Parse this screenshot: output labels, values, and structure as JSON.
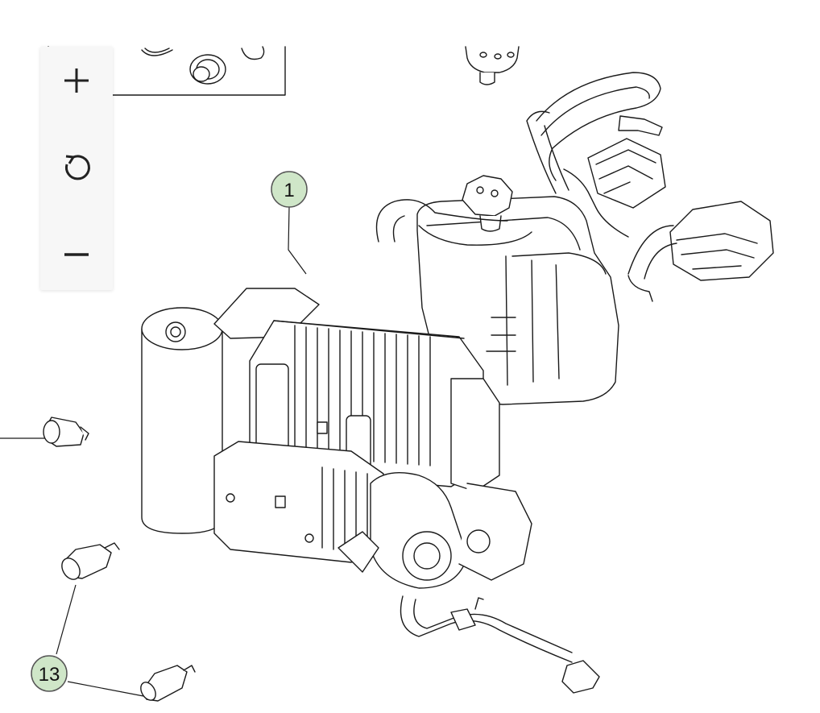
{
  "colors": {
    "line": "#1a1a1a",
    "callout_fill": "#cfe6c8",
    "callout_stroke": "#555555",
    "panel_bg": "#f7f7f7",
    "icon": "#222222"
  },
  "toolbar": {
    "zoom_in_icon": "plus-icon",
    "reset_icon": "rotate-icon",
    "zoom_out_icon": "minus-icon"
  },
  "callouts": [
    {
      "id": "1",
      "label": "1"
    },
    {
      "id": "13",
      "label": "13"
    }
  ]
}
